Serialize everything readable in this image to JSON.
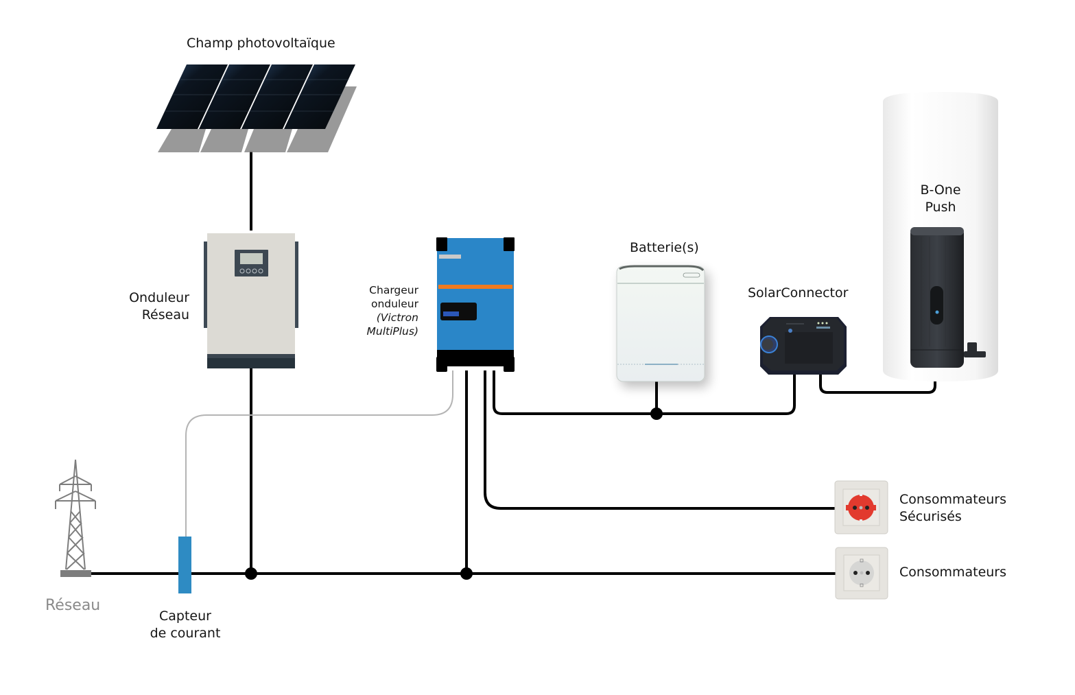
{
  "diagram": {
    "title": "Schéma d'installation photovoltaïque avec B-One Push",
    "colors": {
      "wire": "#000000",
      "signal_wire": "#b4b4b4",
      "sensor": "#2e8bc3",
      "victron_blue": "#2a86c8",
      "victron_orange": "#f07a1e",
      "pylon_grey": "#7d7d7d",
      "socket_red": "#e23a2e",
      "socket_plate": "#e6e4df"
    },
    "components": {
      "pv_field": {
        "label": "Champ photovoltaïque",
        "icon": "solar-panel-icon"
      },
      "grid_inverter": {
        "label_lines": [
          "Onduleur",
          "Réseau"
        ],
        "icon": "grid-inverter-icon"
      },
      "charger_inverter": {
        "label_lines": [
          "Chargeur",
          "onduleur"
        ],
        "label_italic_lines": [
          "(Victron",
          "MultiPlus)"
        ],
        "icon": "victron-multiplus-icon"
      },
      "battery": {
        "label": "Batterie(s)",
        "icon": "battery-icon"
      },
      "solar_connector": {
        "label": "SolarConnector",
        "icon": "solar-connector-icon"
      },
      "b_one_push": {
        "label_lines": [
          "B-One",
          "Push"
        ],
        "icon": "water-heater-icon"
      },
      "secured_consumers": {
        "label_lines": [
          "Consommateurs",
          "Sécurisés"
        ],
        "icon": "red-power-socket-icon"
      },
      "consumers": {
        "label": "Consommateurs",
        "icon": "power-socket-icon"
      },
      "grid": {
        "label": "Réseau",
        "icon": "power-pylon-icon"
      },
      "current_sensor": {
        "label_lines": [
          "Capteur",
          "de courant"
        ],
        "icon": "current-sensor-icon"
      }
    }
  }
}
